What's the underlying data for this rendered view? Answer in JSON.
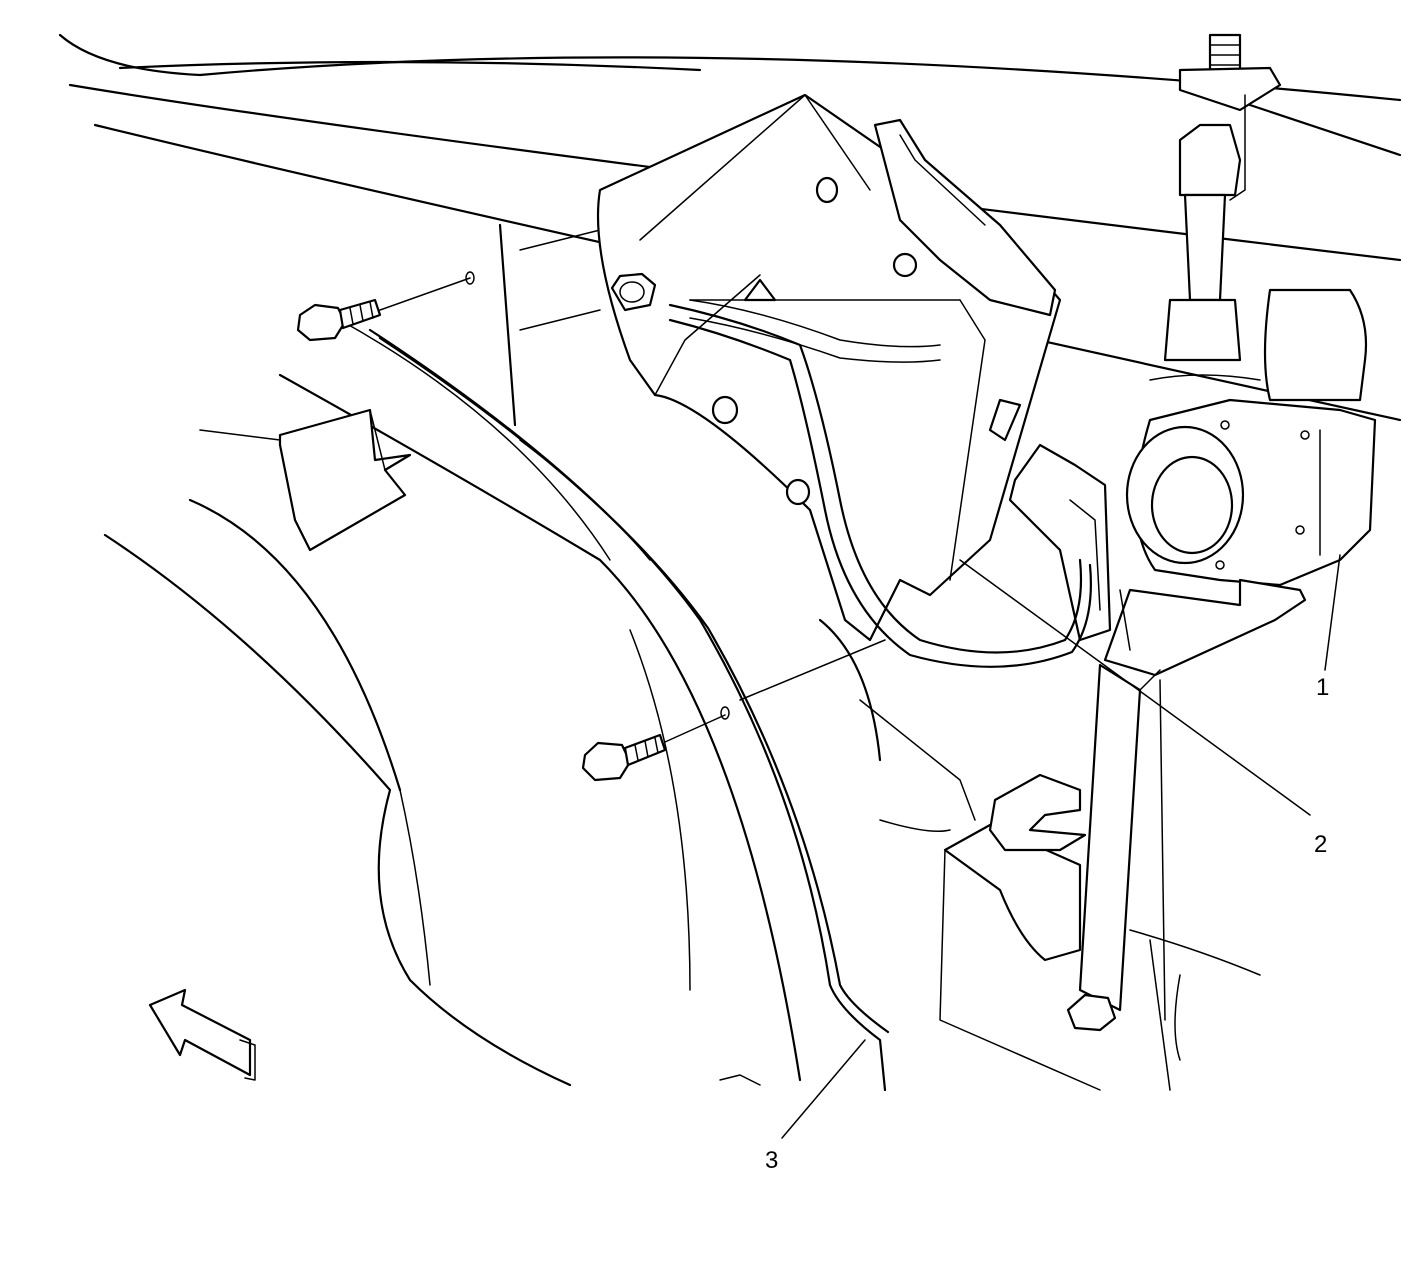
{
  "callouts": [
    {
      "id": "1",
      "label": "1"
    },
    {
      "id": "2",
      "label": "2"
    },
    {
      "id": "3",
      "label": "3"
    }
  ],
  "colors": {
    "ink": "#000000",
    "paper": "#ffffff"
  },
  "icons": {
    "direction_arrow": "front-direction-arrow-icon"
  }
}
